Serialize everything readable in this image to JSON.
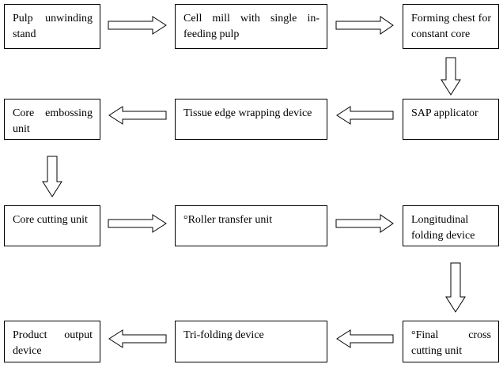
{
  "diagram": {
    "boxes": {
      "pulp_unwinding_stand": "Pulp unwinding stand",
      "cell_mill": "Cell mill with single in-feeding pulp",
      "forming_chest": "Forming chest for constant core",
      "sap_applicator": "SAP applicator",
      "tissue_edge_wrapping": "Tissue edge wrapping device",
      "core_embossing_unit": "Core embossing unit",
      "core_cutting_unit": "Core cutting unit",
      "roller_transfer_unit": "°Roller transfer unit",
      "longitudinal_folding": "Longitudinal folding device",
      "final_cross_cutting": "°Final cross cutting unit",
      "tri_folding_device": "Tri-folding device",
      "product_output_device": "Product output device"
    },
    "colors": {
      "line": "#000000",
      "fill": "#ffffff"
    }
  }
}
